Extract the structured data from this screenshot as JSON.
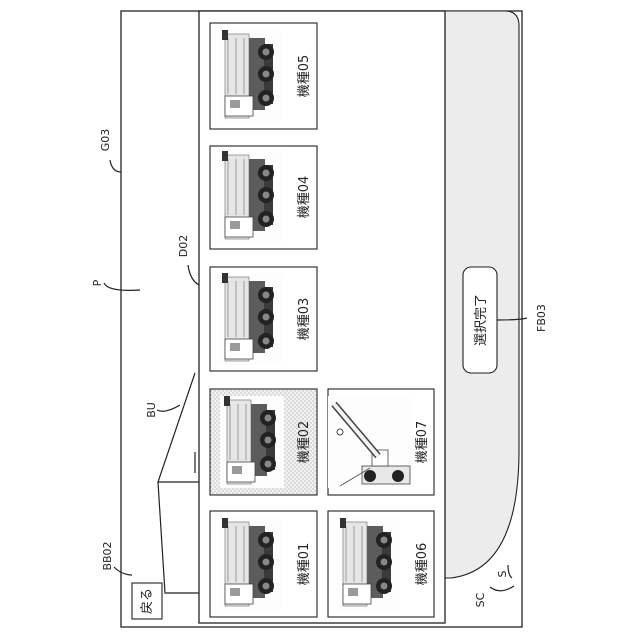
{
  "labels": {
    "g03": "G03",
    "p": "P",
    "d02": "D02",
    "bu": "BU",
    "bb02": "BB02",
    "fb03": "FB03",
    "sc": "SC",
    "s": "S"
  },
  "back_button": {
    "label": "戻る"
  },
  "confirm_button": {
    "label": "選択完了"
  },
  "models": [
    {
      "label": "機種01"
    },
    {
      "label": "機種02"
    },
    {
      "label": "機種03"
    },
    {
      "label": "機種04"
    },
    {
      "label": "機種05"
    },
    {
      "label": "機種06"
    },
    {
      "label": "機種07"
    }
  ],
  "selected_model_index": 1,
  "icons": [
    "crane-truck-image"
  ]
}
